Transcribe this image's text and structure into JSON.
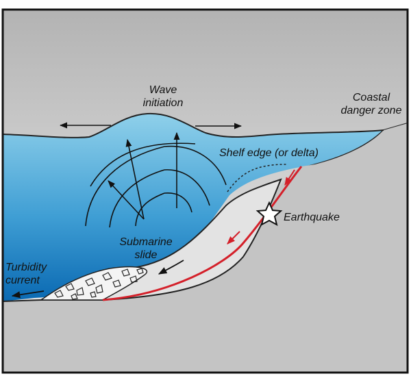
{
  "labels": {
    "wave_initiation": [
      "Wave",
      "initiation"
    ],
    "coastal_danger_zone": [
      "Coastal",
      "danger zone"
    ],
    "shelf_edge": "Shelf edge (or delta)",
    "earthquake": "Earthquake",
    "submarine_slide": [
      "Submarine",
      "slide"
    ],
    "turbidity_current": [
      "Turbidity",
      "current"
    ]
  },
  "colors": {
    "sky_top": "#b3b3b3",
    "sky_bottom": "#f2f2f2",
    "water_top": "#8fd0ea",
    "water_bottom": "#0a69b2",
    "land": "#c4c4c4",
    "slide_deposit": "#e3e3e3",
    "fault": "#d4202a",
    "arrows": "#111111"
  },
  "icons": [
    "star-icon",
    "arrow-icon"
  ]
}
